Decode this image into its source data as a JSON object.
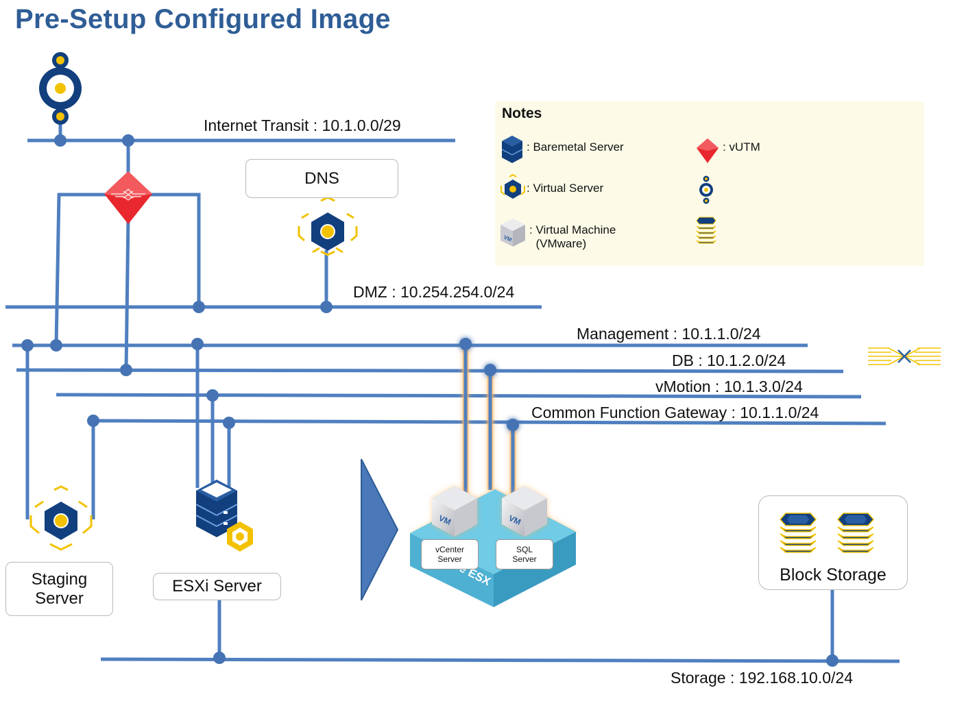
{
  "title": "Pre-Setup Configured Image",
  "networks": {
    "internet_transit": "Internet Transit : 10.1.0.0/29",
    "dmz": "DMZ : 10.254.254.0/24",
    "management": "Management : 10.1.1.0/24",
    "db": "DB : 10.1.2.0/24",
    "vmotion": "vMotion : 10.1.3.0/24",
    "common_function_gateway": "Common Function Gateway : 10.1.1.0/24",
    "storage": "Storage : 192.168.10.0/24"
  },
  "nodes": {
    "dns": "DNS",
    "staging_server": "Staging\nServer",
    "esxi_server": "ESXi Server",
    "vcenter_server": "vCenter\nServer",
    "sql_server": "SQL\nServer",
    "block_storage": "Block Storage",
    "esx_platform_text": "VMware ESX"
  },
  "notes": {
    "title": "Notes",
    "baremetal": ": Baremetal Server",
    "vutm": ": vUTM",
    "virtual_server": ": Virtual Server",
    "virtual_machine": ": Virtual Machine\n  (VMware)"
  },
  "colors": {
    "line": "#4f7fbf",
    "dot": "#4573b3",
    "title": "#2f5d96",
    "navy": "#123f7d",
    "gold": "#f2c200",
    "utm_red": "#e8282e",
    "notes_bg": "#fdfbe8",
    "esx_blue": "#5fbfdc",
    "glow": "#ff9a2a"
  },
  "icons": [
    "internet-gateway-icon",
    "vutm-icon",
    "virtual-server-icon",
    "baremetal-server-icon",
    "virtual-machine-icon",
    "block-storage-icon",
    "router-icon"
  ]
}
